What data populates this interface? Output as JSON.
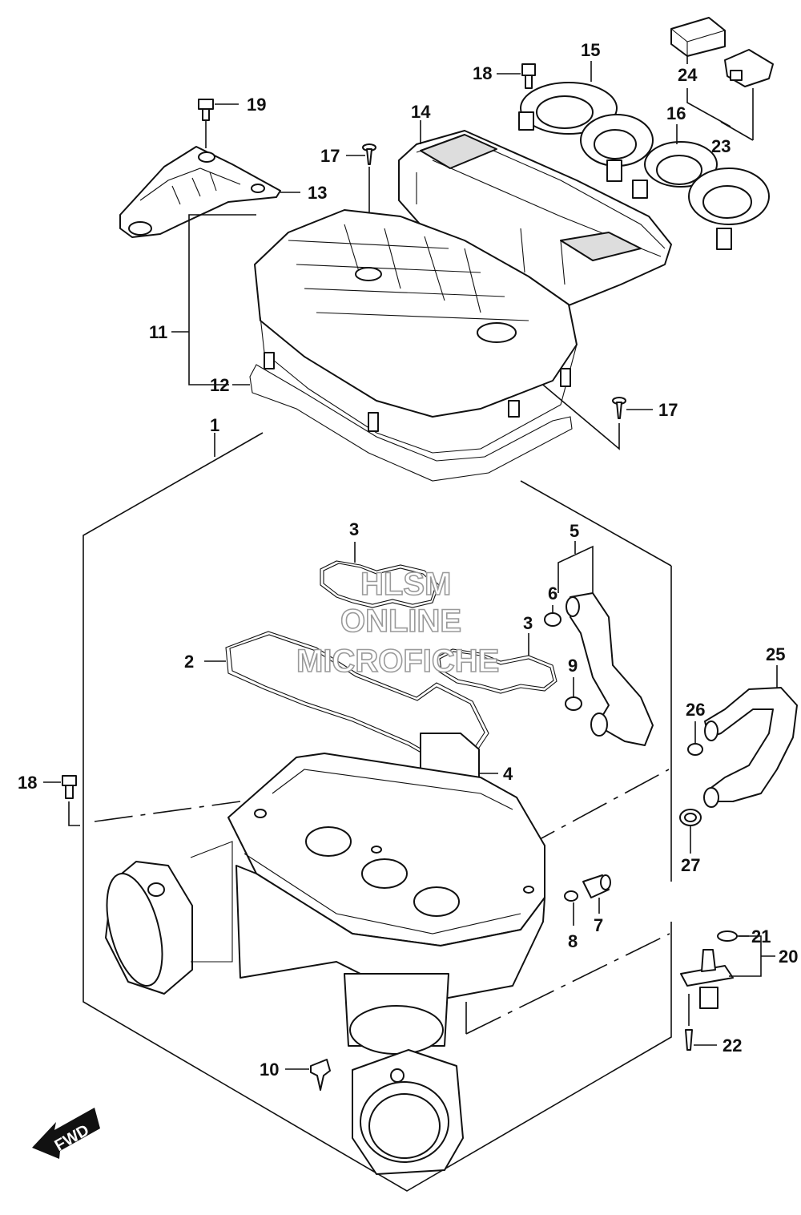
{
  "watermark": {
    "line1": "HLSM",
    "line2": "ONLINE",
    "line3": "MICROFICHE"
  },
  "direction_badge": "FWD",
  "callouts": [
    {
      "id": "c1",
      "text": "1"
    },
    {
      "id": "c2",
      "text": "2"
    },
    {
      "id": "c3a",
      "text": "3"
    },
    {
      "id": "c3b",
      "text": "3"
    },
    {
      "id": "c4",
      "text": "4"
    },
    {
      "id": "c5",
      "text": "5"
    },
    {
      "id": "c6",
      "text": "6"
    },
    {
      "id": "c7",
      "text": "7"
    },
    {
      "id": "c8",
      "text": "8"
    },
    {
      "id": "c9",
      "text": "9"
    },
    {
      "id": "c10",
      "text": "10"
    },
    {
      "id": "c11",
      "text": "11"
    },
    {
      "id": "c12",
      "text": "12"
    },
    {
      "id": "c13",
      "text": "13"
    },
    {
      "id": "c14",
      "text": "14"
    },
    {
      "id": "c15",
      "text": "15"
    },
    {
      "id": "c16",
      "text": "16"
    },
    {
      "id": "c17a",
      "text": "17"
    },
    {
      "id": "c17b",
      "text": "17"
    },
    {
      "id": "c18a",
      "text": "18"
    },
    {
      "id": "c18b",
      "text": "18"
    },
    {
      "id": "c19",
      "text": "19"
    },
    {
      "id": "c20",
      "text": "20"
    },
    {
      "id": "c21",
      "text": "21"
    },
    {
      "id": "c22",
      "text": "22"
    },
    {
      "id": "c23",
      "text": "23"
    },
    {
      "id": "c24",
      "text": "24"
    },
    {
      "id": "c25",
      "text": "25"
    },
    {
      "id": "c26",
      "text": "26"
    },
    {
      "id": "c27",
      "text": "27"
    }
  ]
}
